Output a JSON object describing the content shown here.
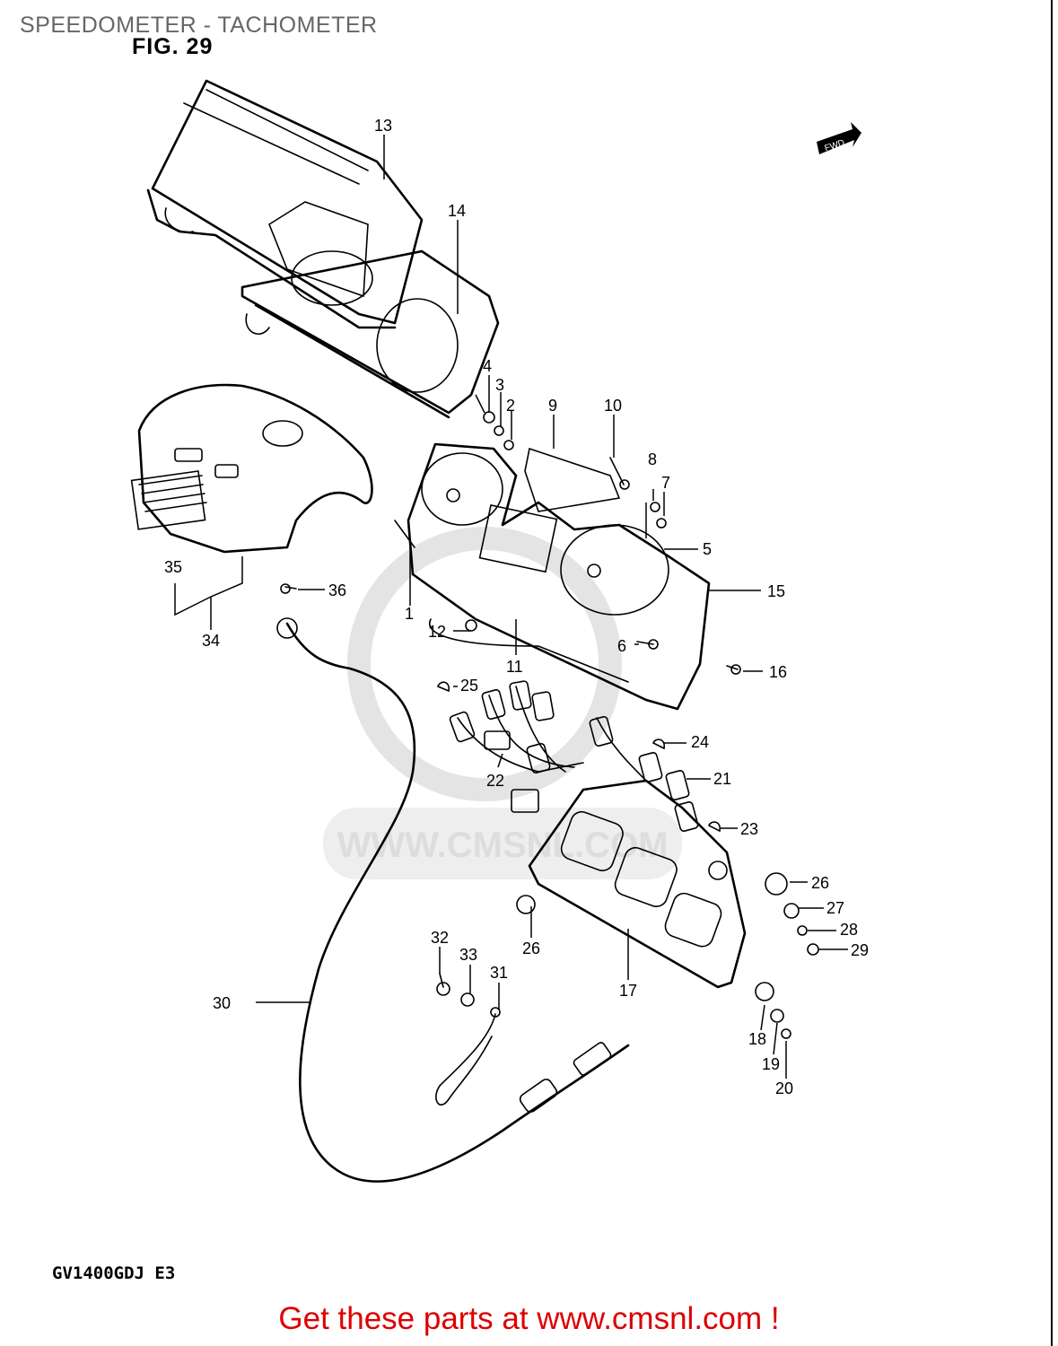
{
  "title": "SPEEDOMETER - TACHOMETER",
  "figure_label": "FIG. 29",
  "model_code": "GV1400GDJ E3",
  "promo_text": "Get these parts at www.cmsnl.com !",
  "direction_marker": "FWD",
  "watermark_text": "WWW.CMSNL.COM",
  "callouts": [
    "1",
    "2",
    "3",
    "4",
    "5",
    "6",
    "7",
    "8",
    "9",
    "10",
    "11",
    "12",
    "13",
    "14",
    "15",
    "16",
    "17",
    "18",
    "19",
    "20",
    "21",
    "22",
    "23",
    "24",
    "25",
    "26",
    "26",
    "27",
    "28",
    "29",
    "30",
    "31",
    "32",
    "33",
    "34",
    "35",
    "36"
  ],
  "colors": {
    "line": "#000000",
    "header_text": "#666666",
    "promo_text": "#dd0000",
    "watermark": "#dddddd"
  }
}
